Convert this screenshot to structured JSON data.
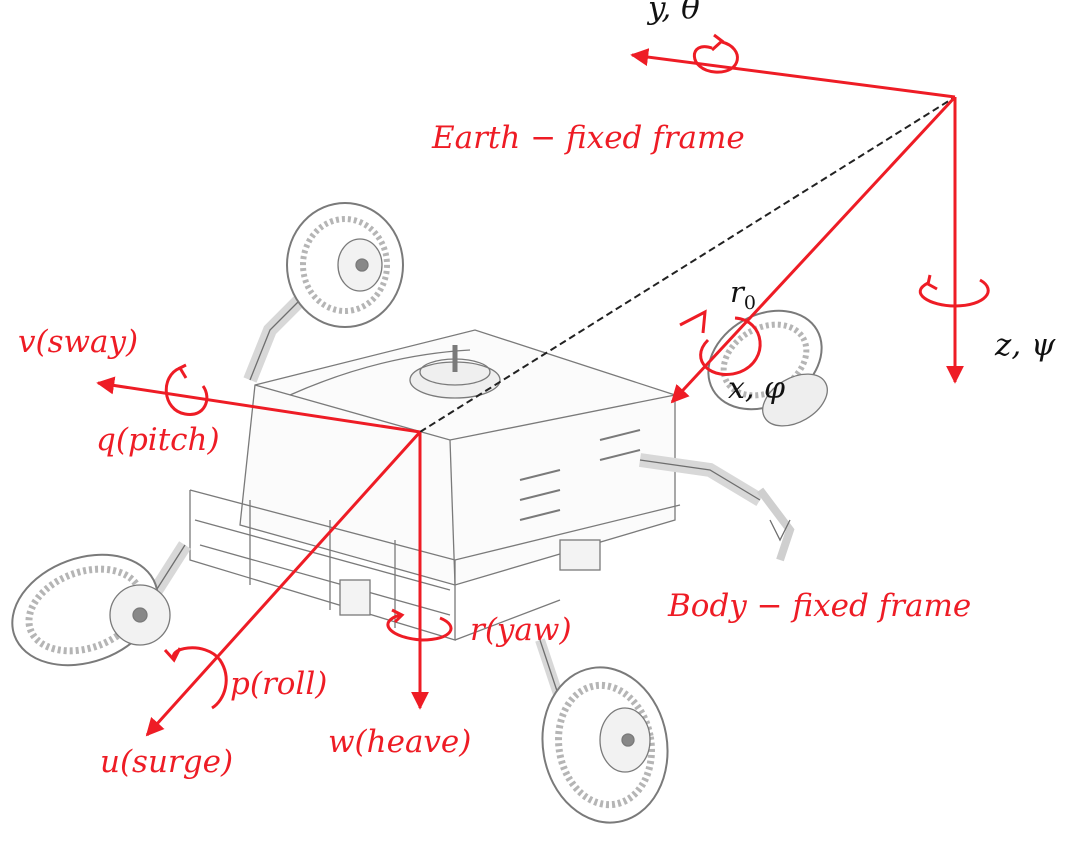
{
  "colors": {
    "frame_color": "#ee1c25",
    "label_color": "#111111",
    "line_of_sight": "#222222"
  },
  "earth_frame": {
    "title": "Earth − fixed frame",
    "x_label": "x, φ",
    "y_label": "y, θ",
    "z_label": "z, ψ",
    "r0_label": "r",
    "r0_subscript": "0"
  },
  "body_frame": {
    "title": "Body − fixed frame",
    "sway": "v(sway)",
    "pitch": "q(pitch)",
    "roll": "p(roll)",
    "surge": "u(surge)",
    "heave": "w(heave)",
    "yaw": "r(yaw)"
  },
  "vehicle": {
    "icon": "rover-robot-illustration"
  }
}
